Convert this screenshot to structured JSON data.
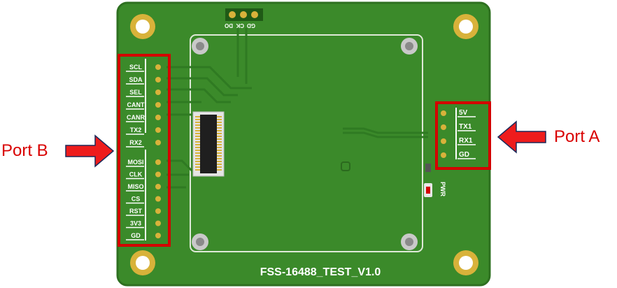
{
  "board": {
    "title": "FSS-16488_TEST_V1.0",
    "top_header_labels": [
      "DO",
      "CK",
      "GD"
    ],
    "pwr_label": "PWR",
    "colors": {
      "pcb": "#3b8a2a",
      "pcb_dark": "#2e7020",
      "highlight": "#d40000",
      "gold": "#d8b23a"
    }
  },
  "port_a": {
    "label": "Port A",
    "pins": [
      "5V",
      "TX1",
      "RX1",
      "GD"
    ]
  },
  "port_b": {
    "label": "Port B",
    "pins": [
      "SCL",
      "SDA",
      "SEL",
      "CANT",
      "CANR",
      "TX2",
      "RX2",
      "MOSI",
      "CLK",
      "MISO",
      "CS",
      "RST",
      "3V3",
      "GD"
    ]
  }
}
